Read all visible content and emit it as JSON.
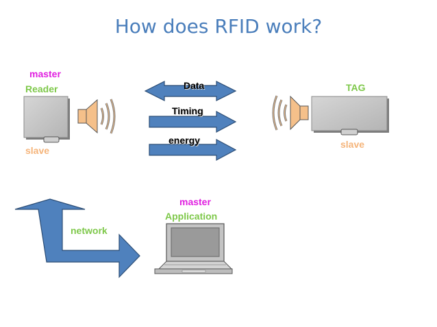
{
  "title": "How does RFID work?",
  "colors": {
    "title": "#4a7ebb",
    "master": "#e020e0",
    "role_green": "#7ec84a",
    "slave": "#f5b47a",
    "arrow_fill": "#4f81bd",
    "arrow_stroke": "#2c4d75",
    "speaker": "#f5c08a",
    "device": "#c4c4c4"
  },
  "reader": {
    "role_top": "master",
    "name": "Reader",
    "role_bottom": "slave"
  },
  "tag": {
    "name": "TAG",
    "role_bottom": "slave"
  },
  "signals": {
    "data": "Data",
    "timing": "Timing",
    "energy": "energy"
  },
  "network": {
    "label": "network"
  },
  "application": {
    "role_top": "master",
    "name": "Application"
  }
}
